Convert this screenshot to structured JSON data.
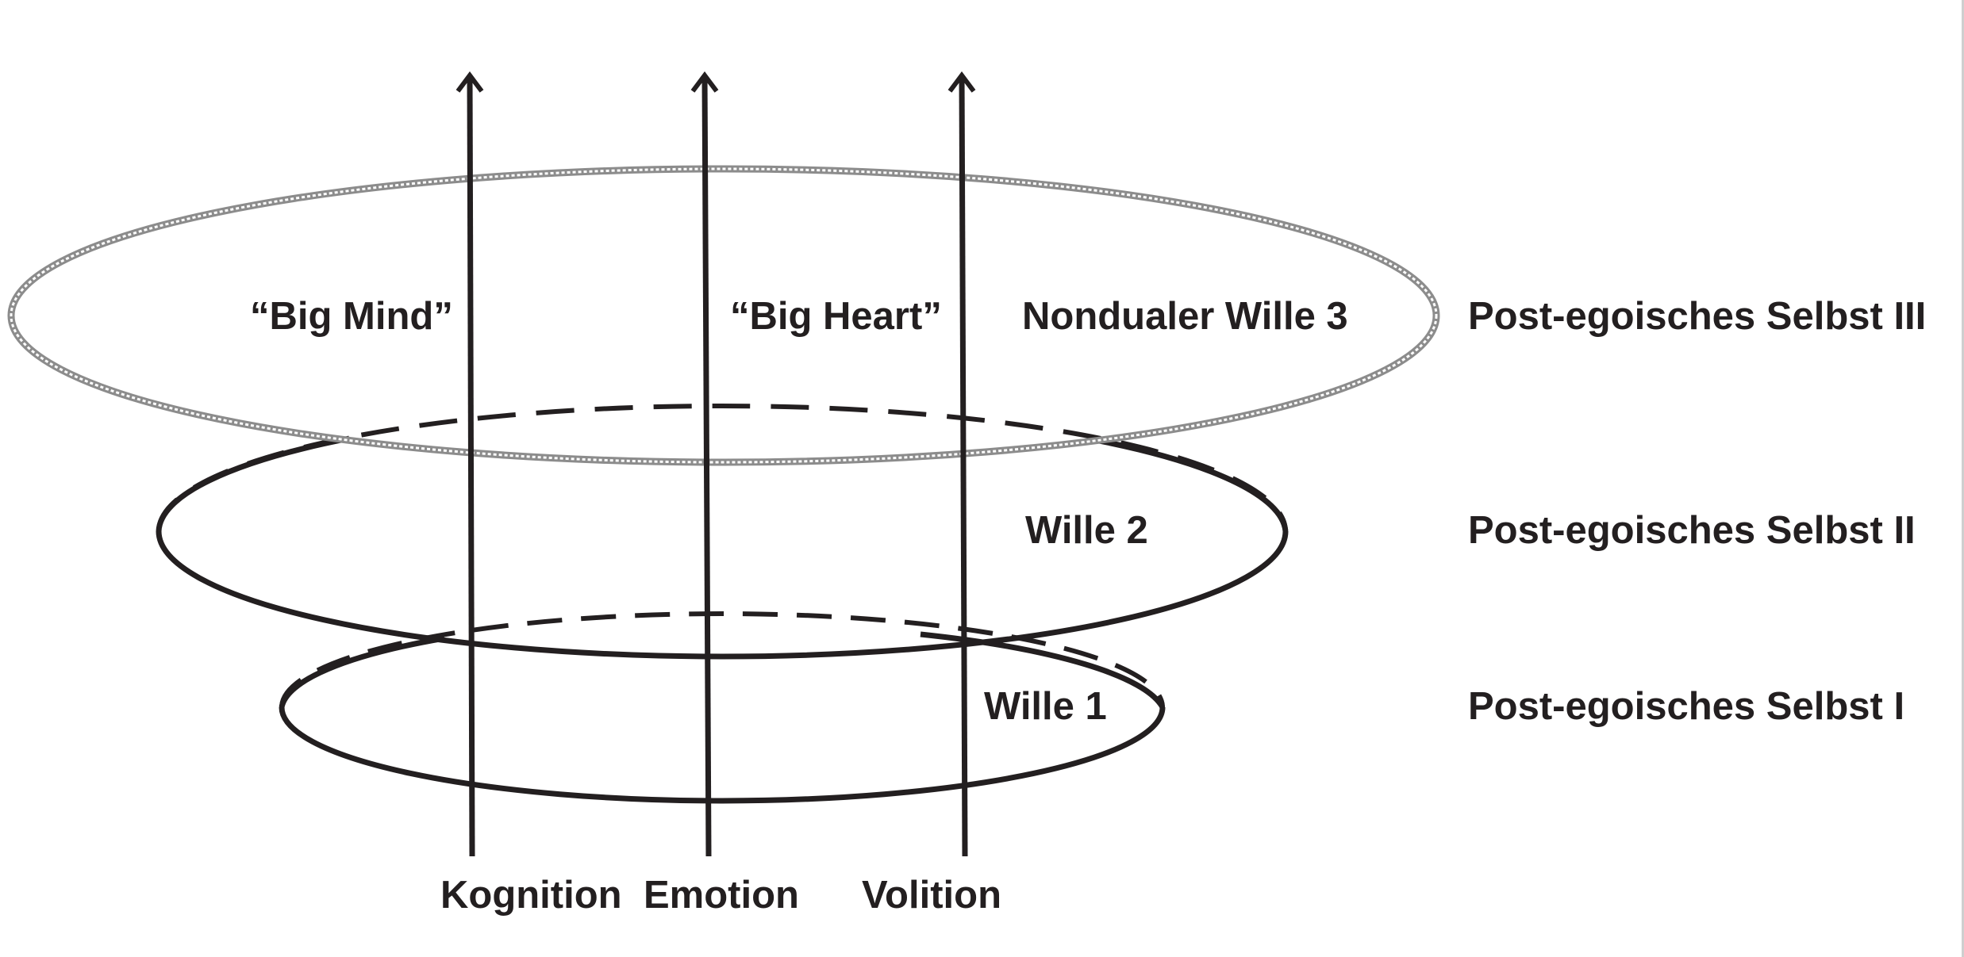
{
  "diagram": {
    "axes": {
      "cognition": "Kognition",
      "emotion": "Emotion",
      "volition": "Volition"
    },
    "level3": {
      "big_mind": "“Big Mind”",
      "big_heart": "“Big Heart”",
      "will": "Nondualer Wille 3",
      "self": "Post-egoisches Selbst III"
    },
    "level2": {
      "will": "Wille 2",
      "self": "Post-egoisches Selbst II"
    },
    "level1": {
      "will": "Wille 1",
      "self": "Post-egoisches Selbst I"
    },
    "colors": {
      "ink": "#231f20",
      "outer_ring": "#9a9a9a"
    }
  }
}
